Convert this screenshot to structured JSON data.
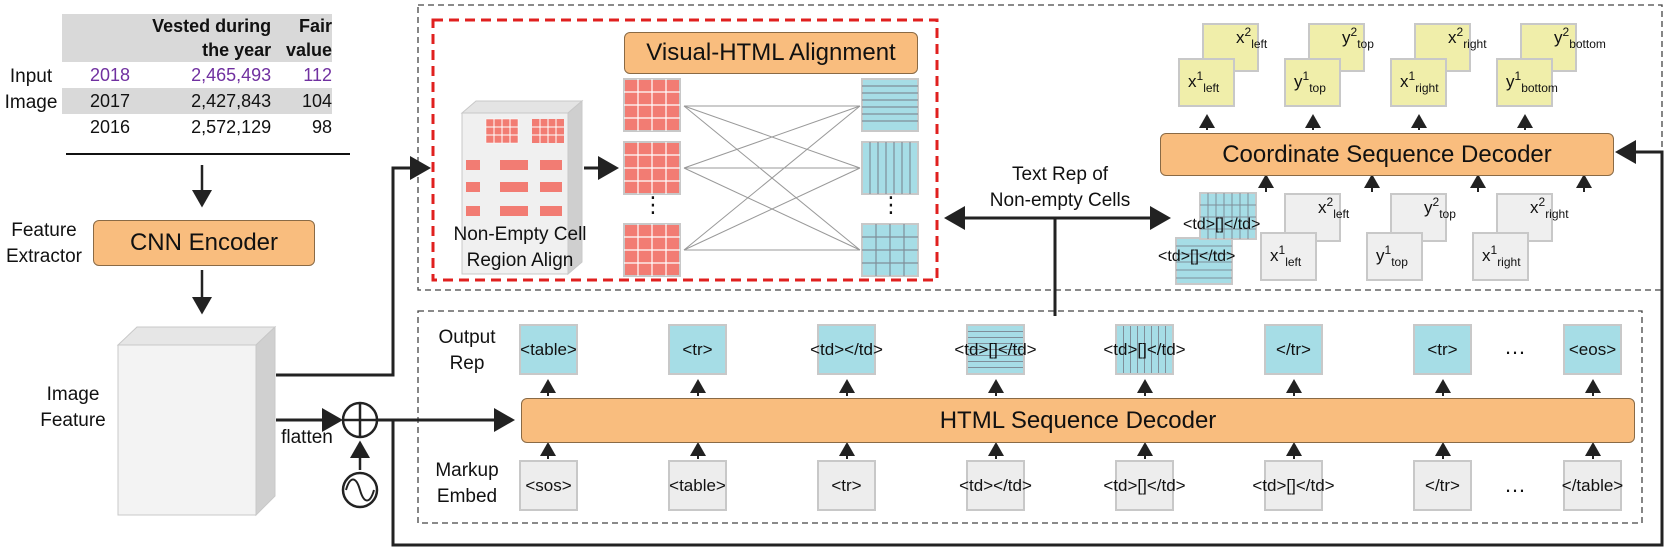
{
  "left": {
    "input_label": "Input\nImage",
    "table": {
      "header": [
        "",
        "Vested during\nthe year",
        "Fair\nvalue"
      ],
      "rows": [
        {
          "year": "2018",
          "vested": "2,465,493",
          "fair": "112"
        },
        {
          "year": "2017",
          "vested": "2,427,843",
          "fair": "104"
        },
        {
          "year": "2016",
          "vested": "2,572,129",
          "fair": "98"
        }
      ],
      "highlight_color": "#7030a0"
    },
    "feature_extractor_label": "Feature\nExtractor",
    "cnn_encoder": "CNN Encoder",
    "image_feature_label": "Image\nFeature",
    "flatten_label": "flatten"
  },
  "alignment": {
    "title": "Visual-HTML Alignment",
    "region_label": "Non-Empty Cell\nRegion Align",
    "dots": "⋮",
    "border_color": "#e0201f"
  },
  "text_rep_label": "Text Rep of\nNon-empty Cells",
  "coordinate_decoder": {
    "title": "Coordinate Sequence Decoder",
    "top_front": [
      {
        "var": "x",
        "sup": "1",
        "sub": "left"
      },
      {
        "var": "y",
        "sup": "1",
        "sub": "top"
      },
      {
        "var": "x",
        "sup": "1",
        "sub": "right"
      },
      {
        "var": "y",
        "sup": "1",
        "sub": "bottom"
      }
    ],
    "top_back": [
      {
        "var": "x",
        "sup": "2",
        "sub": "left"
      },
      {
        "var": "y",
        "sup": "2",
        "sub": "top"
      },
      {
        "var": "x",
        "sup": "2",
        "sub": "right"
      },
      {
        "var": "y",
        "sup": "2",
        "sub": "bottom"
      }
    ],
    "bottom_front": [
      {
        "var": "x",
        "sup": "1",
        "sub": "left"
      },
      {
        "var": "y",
        "sup": "1",
        "sub": "top"
      },
      {
        "var": "x",
        "sup": "1",
        "sub": "right"
      }
    ],
    "bottom_back": [
      {
        "var": "x",
        "sup": "2",
        "sub": "left"
      },
      {
        "var": "y",
        "sup": "2",
        "sub": "top"
      },
      {
        "var": "x",
        "sup": "2",
        "sub": "right"
      }
    ],
    "cell_tokens": [
      "<td>[]</td>",
      "<td>[]</td>"
    ]
  },
  "html_decoder": {
    "title": "HTML Sequence Decoder",
    "output_label": "Output\nRep",
    "markup_label": "Markup\nEmbed",
    "outputs": [
      "<table>",
      "<tr>",
      "<td></td>",
      "<td>[]</td>",
      "<td>[]</td>",
      "</tr>",
      "<tr>",
      "<eos>"
    ],
    "inputs": [
      "<sos>",
      "<table>",
      "<tr>",
      "<td></td>",
      "<td>[]</td>",
      "<td>[]</td>",
      "</tr>",
      "</table>"
    ],
    "ellipsis": "…"
  },
  "colors": {
    "orange": "#f9bd7e",
    "cyan": "#a6dde6",
    "yellow": "#f0eeaa",
    "salmon": "#f27c73",
    "gray": "#ededed"
  }
}
